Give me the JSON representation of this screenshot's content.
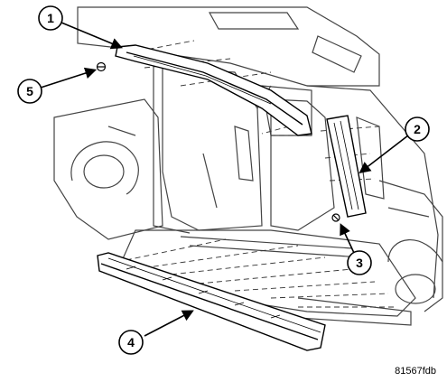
{
  "callouts": [
    {
      "id": "1",
      "label": "1"
    },
    {
      "id": "2",
      "label": "2"
    },
    {
      "id": "3",
      "label": "3"
    },
    {
      "id": "4",
      "label": "4"
    },
    {
      "id": "5",
      "label": "5"
    }
  ],
  "figure_id": "81567fdb"
}
